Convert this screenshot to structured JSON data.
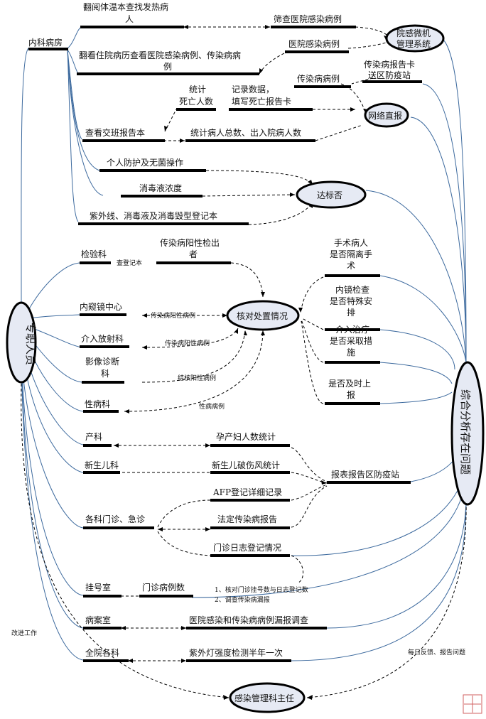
{
  "nodes": {
    "neike": "内科病房",
    "fanyue": [
      "翻阅体温本查找发热病",
      "人"
    ],
    "shaicha": "筛查医院感染病例",
    "yuangan": [
      "院感微机",
      "管理系统"
    ],
    "fankan": [
      "翻看住院病历查看医院感染病例、传染病病",
      "例"
    ],
    "yiyuan_bingli": "医院感染病例",
    "chuanran_bingli": "传染病病例",
    "baogaoka": [
      "传染病报告卡",
      "送区防疫站"
    ],
    "tongji_siwang": [
      "统计",
      "死亡人数"
    ],
    "jilu": [
      "记录数据，",
      "填写死亡报告卡"
    ],
    "wangluo": "网络直报",
    "jiaoban": "查看交班报告本",
    "tongji_bingren": "统计病人总数、出入院病人数",
    "fanghu": "个人防护及无菌操作",
    "xiaodu": "消毒液浓度",
    "dabiao": "达标否",
    "ziwai": "紫外线、消毒液及消毒毁型登记本",
    "jianyan": "检验科",
    "chadengji": "查登记本",
    "yangxing_jiance": [
      "传染病阳性检出",
      "者"
    ],
    "hedui": "核对处置情况",
    "shoushu": [
      "手术病人",
      "是否隔离手",
      "术"
    ],
    "neijing_check": [
      "内镜检查",
      "是否特殊安",
      "排"
    ],
    "jieru_check": [
      "介入治疗",
      "是否采取措",
      "施"
    ],
    "jishi": [
      "是否及时上",
      "报"
    ],
    "neijing": "内窥镜中心",
    "neijing_note": "传染病阳性病例",
    "jieru": "介入放射科",
    "jieru_note": "传染病阳性病例",
    "yingxiang": [
      "影像诊断",
      "科"
    ],
    "yingxiang_note": "结核阳性病例",
    "xingbing": "性病科",
    "xingbing_note": "性病病例",
    "zhuanzhi": "专职人员",
    "zonghe": "综合分析存在问题",
    "chanke": "产科",
    "yunchanfu": "孕产妇人数统计",
    "xinsheng": "新生儿科",
    "poshang": "新生儿破伤风统计",
    "baobiao": "报表报告区防疫站",
    "afp": "AFP登记详细记录",
    "menzhen": "各科门诊、急诊",
    "fading": "法定传染病报告",
    "rizhi": "门诊日志登记情况",
    "guahao": "挂号室",
    "menzhen_bingli": "门诊病例数",
    "hedui_note": [
      "1、核对门诊挂号数与日志登记数",
      "2、调查传染病漏报"
    ],
    "bingan": "病案室",
    "loubao": "医院感染和传染病病例漏报调查",
    "quanyuan": "全院各科",
    "ziwaideng": "紫外灯强度检测半年一次",
    "gaijin": "改进工作",
    "meiri": "每日反馈、报告问题",
    "zhuren": "感染管理科主任"
  }
}
